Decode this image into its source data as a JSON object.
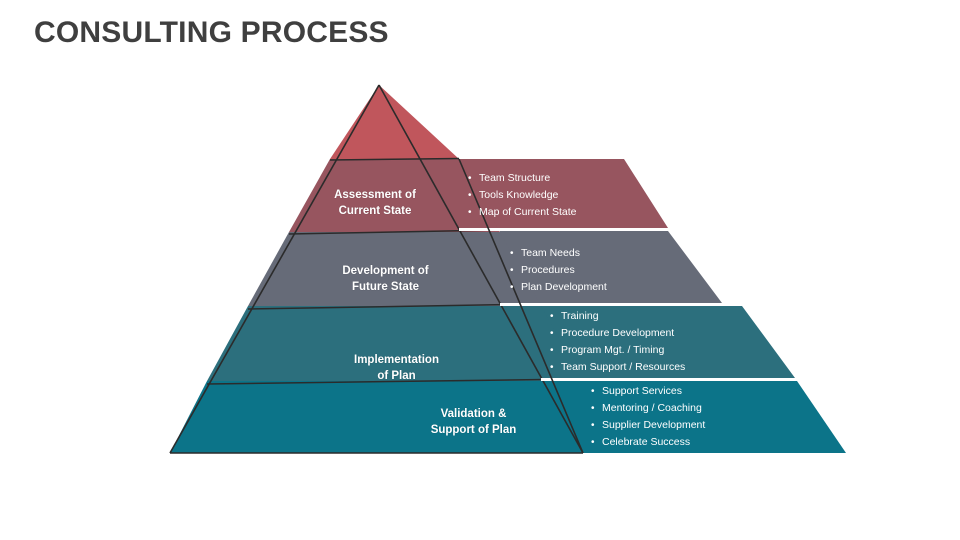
{
  "slide": {
    "title": "CONSULTING PROCESS",
    "background": "#ffffff",
    "title_color": "#3f3f3f"
  },
  "chart_data": {
    "type": "pyramid",
    "title": "CONSULTING PROCESS",
    "orientation": "apex-top",
    "level_count": 4,
    "levels": [
      {
        "index": 1,
        "label": "Assessment of\nCurrent State",
        "label_line_1": "Assessment of",
        "label_line_2": "Current State",
        "color": "#97555f",
        "apex_color": "#c0565c",
        "panel_color": "#97555f",
        "bullets": [
          "Team Structure",
          "Tools Knowledge",
          "Map of Current State"
        ]
      },
      {
        "index": 2,
        "label": "Development of\nFuture State",
        "label_line_1": "Development of",
        "label_line_2": "Future State",
        "color": "#666b78",
        "panel_color": "#666b78",
        "bullets": [
          "Team Needs",
          "Procedures",
          "Plan Development"
        ]
      },
      {
        "index": 3,
        "label": "Implementation\nof Plan",
        "label_line_1": "Implementation",
        "label_line_2": "of Plan",
        "color": "#2c6f7d",
        "panel_color": "#2c6f7d",
        "bullets": [
          "Training",
          "Procedure Development",
          "Program Mgt. / Timing",
          "Team Support / Resources"
        ]
      },
      {
        "index": 4,
        "label": "Validation &\nSupport of Plan",
        "label_line_1": "Validation &",
        "label_line_2": "Support of Plan",
        "color": "#0c7489",
        "panel_color": "#0c7489",
        "bullets": [
          "Support Services",
          "Mentoring / Coaching",
          "Supplier Development",
          "Celebrate Success"
        ]
      }
    ],
    "bullet_marker": "•",
    "edge_color": "#2b2b2b",
    "divider_color": "#ffffff"
  }
}
